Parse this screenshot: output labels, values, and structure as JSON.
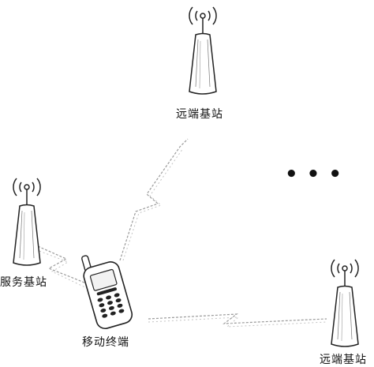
{
  "labels": {
    "remote_station_top": "远端基站",
    "serving_station": "服务基站",
    "mobile_terminal": "移动终端",
    "remote_station_right": "远端基站",
    "ellipsis": "• • •"
  },
  "colors": {
    "line": "#222222",
    "link": "#9a9a9a",
    "background": "#ffffff"
  },
  "icons": {
    "base_station": "base-station-icon",
    "mobile_phone": "mobile-phone-icon"
  }
}
